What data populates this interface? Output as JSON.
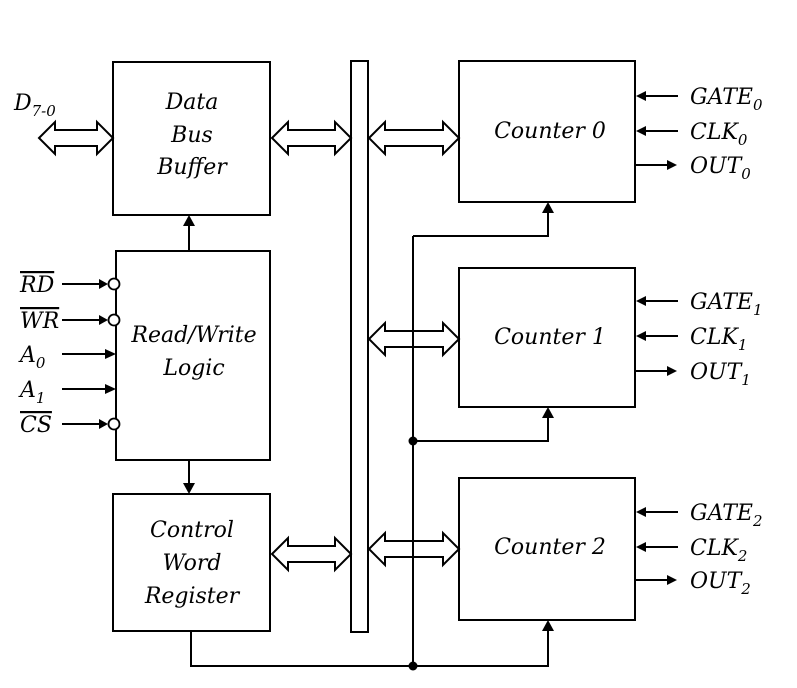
{
  "blocks": {
    "data_bus_buffer": [
      "Data",
      "Bus",
      "Buffer"
    ],
    "read_write_logic": [
      "Read/Write",
      "Logic"
    ],
    "control_word_register": [
      "Control",
      "Word",
      "Register"
    ],
    "counter0": "Counter 0",
    "counter1": "Counter 1",
    "counter2": "Counter 2"
  },
  "data_bus": {
    "main": "D",
    "sub": "7-0"
  },
  "rw_inputs": [
    {
      "main": "RD",
      "sub": "",
      "overline": true,
      "bubble": true
    },
    {
      "main": "WR",
      "sub": "",
      "overline": true,
      "bubble": true
    },
    {
      "main": "A",
      "sub": "0",
      "overline": false,
      "bubble": false
    },
    {
      "main": "A",
      "sub": "1",
      "overline": false,
      "bubble": false
    },
    {
      "main": "CS",
      "sub": "",
      "overline": true,
      "bubble": true
    }
  ],
  "counter_pins": [
    [
      {
        "main": "GATE",
        "sub": "0",
        "dir": "in"
      },
      {
        "main": "CLK",
        "sub": "0",
        "dir": "in"
      },
      {
        "main": "OUT",
        "sub": "0",
        "dir": "out"
      }
    ],
    [
      {
        "main": "GATE",
        "sub": "1",
        "dir": "in"
      },
      {
        "main": "CLK",
        "sub": "1",
        "dir": "in"
      },
      {
        "main": "OUT",
        "sub": "1",
        "dir": "out"
      }
    ],
    [
      {
        "main": "GATE",
        "sub": "2",
        "dir": "in"
      },
      {
        "main": "CLK",
        "sub": "2",
        "dir": "in"
      },
      {
        "main": "OUT",
        "sub": "2",
        "dir": "out"
      }
    ]
  ]
}
